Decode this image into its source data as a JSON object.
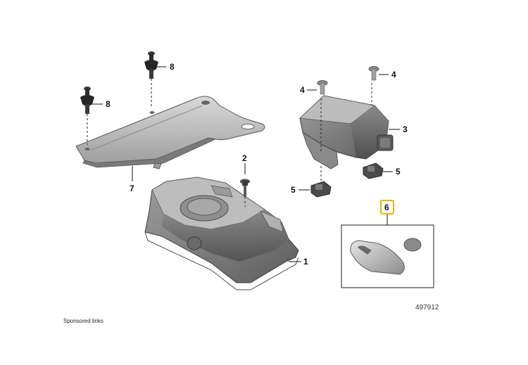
{
  "diagram": {
    "callouts": [
      {
        "id": "c1",
        "label": "1"
      },
      {
        "id": "c2",
        "label": "2"
      },
      {
        "id": "c3",
        "label": "3"
      },
      {
        "id": "c4a",
        "label": "4"
      },
      {
        "id": "c4b",
        "label": "4"
      },
      {
        "id": "c5a",
        "label": "5"
      },
      {
        "id": "c5b",
        "label": "5"
      },
      {
        "id": "c6",
        "label": "6"
      },
      {
        "id": "c7",
        "label": "7"
      },
      {
        "id": "c8a",
        "label": "8"
      },
      {
        "id": "c8b",
        "label": "8"
      }
    ],
    "diagram_id": "497912",
    "highlight_color": "#e8b400"
  },
  "footer": {
    "sponsored_text": "Sponsored links"
  }
}
